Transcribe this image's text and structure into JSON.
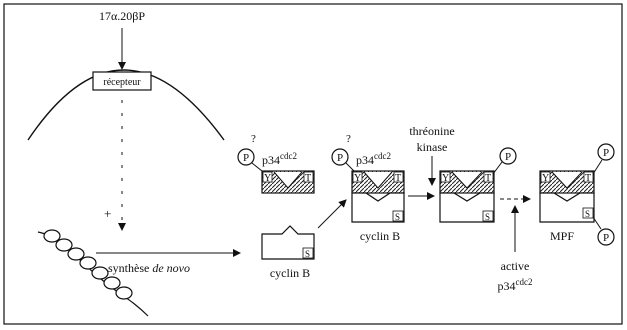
{
  "hormone": "17α.20βP",
  "receptor": "récepteur",
  "plus_sign": "+",
  "synthesis": {
    "text": "synthèse ",
    "italic": "de novo"
  },
  "question_mark": "?",
  "p34": {
    "base": "p34",
    "sup": "cdc2"
  },
  "box_letters": {
    "y": "Y",
    "t": "T",
    "s": "S"
  },
  "phosphate": "P",
  "cyclin_label": "cyclin B",
  "threonine_kinase": {
    "line1": "thréonine",
    "line2": "kinase"
  },
  "mpf": "MPF",
  "active": {
    "line1": "active",
    "base": "p34",
    "sup": "cdc2"
  },
  "colors": {
    "ink": "#111111",
    "paper": "#ffffff",
    "hatch": "#555555"
  }
}
